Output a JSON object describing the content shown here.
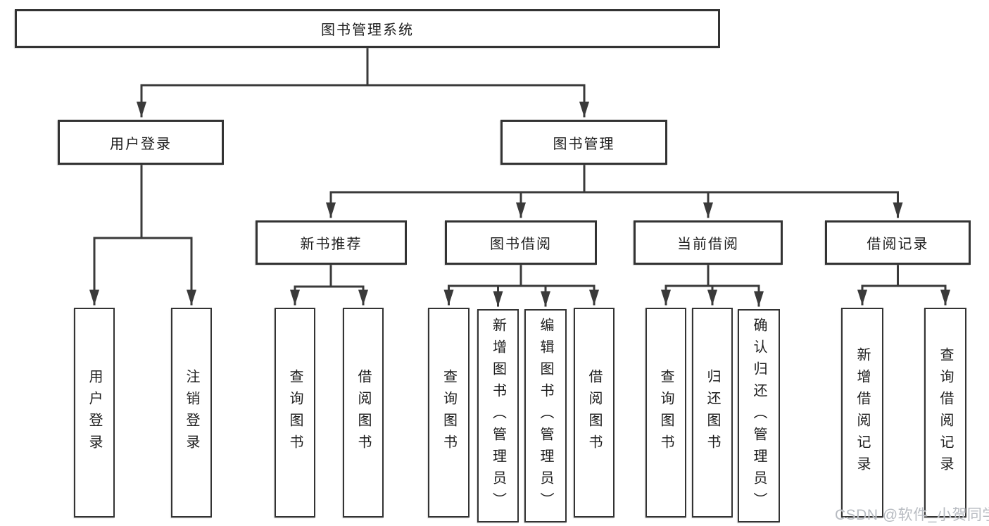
{
  "diagram_title": "图书管理系统",
  "tree": {
    "root": {
      "label": "图书管理系统",
      "children": [
        {
          "label": "用户登录",
          "children": [
            {
              "label": "用户登录"
            },
            {
              "label": "注销登录"
            }
          ]
        },
        {
          "label": "图书管理",
          "children": [
            {
              "label": "新书推荐",
              "children": [
                {
                  "label": "查询图书"
                },
                {
                  "label": "借阅图书"
                }
              ]
            },
            {
              "label": "图书借阅",
              "children": [
                {
                  "label": "查询图书"
                },
                {
                  "label": "新增图书（管理员）"
                },
                {
                  "label": "编辑图书（管理员）"
                },
                {
                  "label": "借阅图书"
                }
              ]
            },
            {
              "label": "当前借阅",
              "children": [
                {
                  "label": "查询图书"
                },
                {
                  "label": "归还图书"
                },
                {
                  "label": "确认归还（管理员）"
                }
              ]
            },
            {
              "label": "借阅记录",
              "children": [
                {
                  "label": "新增借阅记录"
                },
                {
                  "label": "查询借阅记录"
                }
              ]
            }
          ]
        }
      ]
    }
  },
  "watermark": {
    "text": "CSDN @软件_小贺同学"
  },
  "colors": {
    "line": "#3a3a3a",
    "box_border": "#333333",
    "box_fill": "#ffffff",
    "text": "#1d1d1d",
    "watermark": "#b7bbc1",
    "background": "#ffffff"
  }
}
